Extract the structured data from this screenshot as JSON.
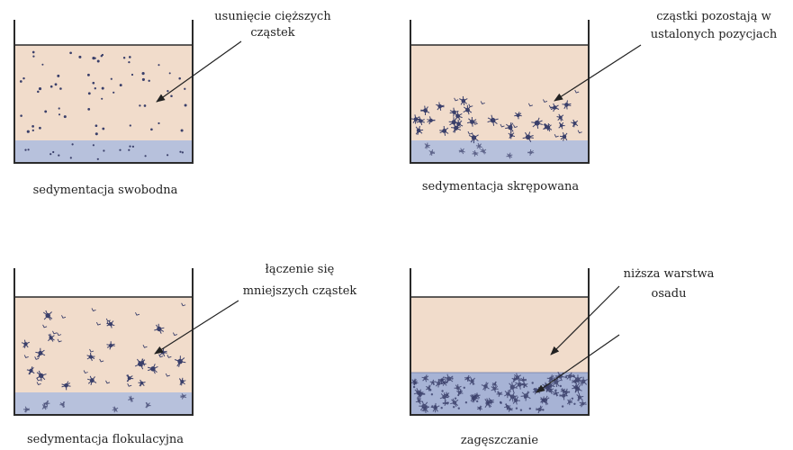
{
  "colors": {
    "liquid": "#f1dccb",
    "sediment": "#b7c1dc",
    "dense_sediment": "#a7b3d5",
    "tank_wall": "#2a2a2a",
    "particle": "#3a3f6a",
    "text": "#222222"
  },
  "panels": [
    {
      "id": "free-settling",
      "caption": "sedymentacja swobodna",
      "annotation": [
        "usunięcie cięższych",
        "cząstek"
      ],
      "particle_style": "dots"
    },
    {
      "id": "hindered-settling",
      "caption": "sedymentacja skrępowana",
      "annotation": [
        "cząstki pozostają w",
        "ustalonych pozycjach"
      ],
      "particle_style": "layer-clusters"
    },
    {
      "id": "flocculent-settling",
      "caption": "sedymentacja flokulacyjna",
      "annotation": [
        "łączenie się",
        "mniejszych cząstek"
      ],
      "particle_style": "flocs"
    },
    {
      "id": "compression",
      "caption": "zagęszczanie",
      "annotation": [
        "niższa warstwa",
        "osadu"
      ],
      "particle_style": "dense-sludge"
    }
  ]
}
